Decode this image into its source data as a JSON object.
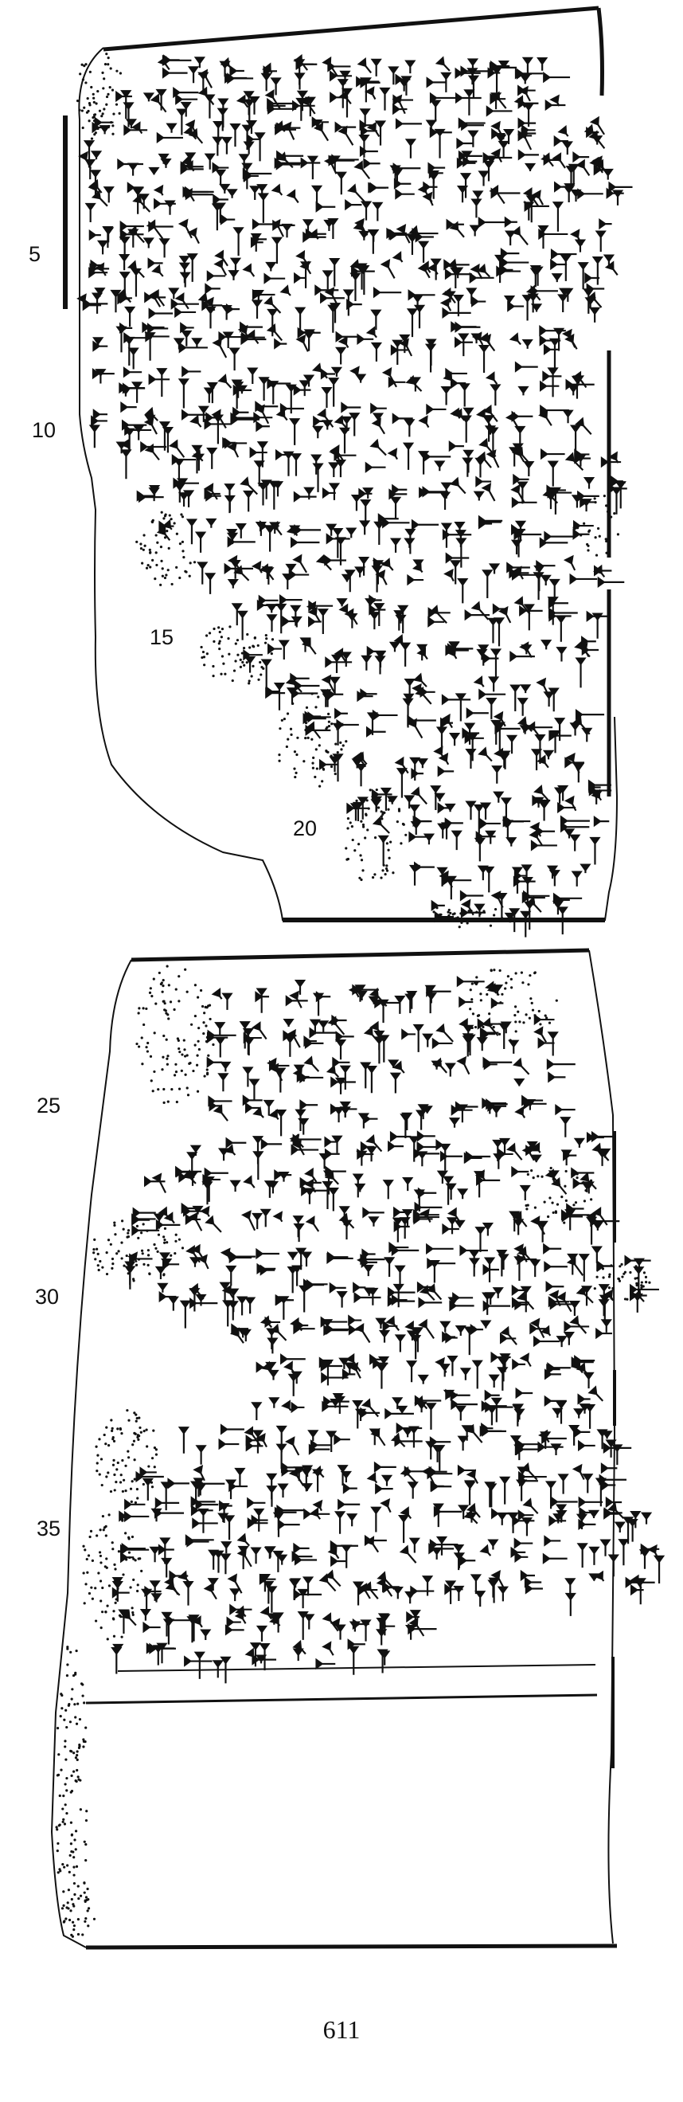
{
  "line_numbers": {
    "obverse": [
      "5",
      "10",
      "15",
      "20"
    ],
    "reverse": [
      "25",
      "30",
      "35"
    ]
  },
  "page_number": "611",
  "ink_color": "#111111",
  "paper_color": "#ffffff"
}
